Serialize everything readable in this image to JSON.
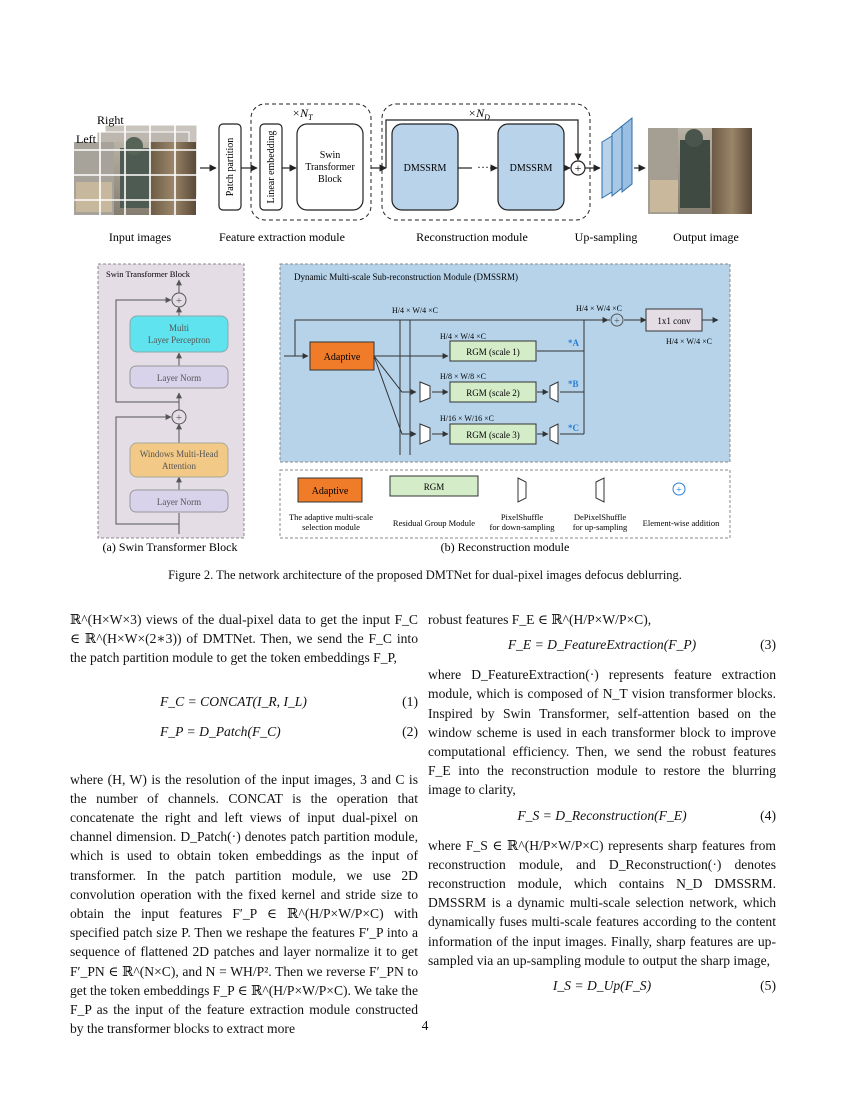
{
  "figure": {
    "top_row": {
      "left_label": "Left",
      "right_label": "Right",
      "patch_partition": "Patch partition",
      "linear_embedding": "Linear embedding",
      "swin_block": [
        "Swin",
        "Transformer",
        "Block"
      ],
      "nt": "×N",
      "nt_sub": "T",
      "nd": "×N",
      "nd_sub": "D",
      "dmssrm": "DMSSRM",
      "dots": "···",
      "plus": "+",
      "captions": [
        "Input images",
        "Feature extraction module",
        "Reconstruction module",
        "Up-sampling",
        "Output image"
      ]
    },
    "swin_panel": {
      "title": "Swin Transformer Block",
      "mlp": [
        "Multi",
        "Layer Perceptron"
      ],
      "layer_norm": "Layer Norm",
      "wmha": [
        "Windows Multi-Head",
        "Attention"
      ],
      "caption": "(a) Swin Transformer Block"
    },
    "dmssrm_panel": {
      "title": "Dynamic Multi-scale Sub-reconstruction Module (DMSSRM)",
      "adaptive": "Adaptive",
      "rgm1": "RGM (scale 1)",
      "rgm2": "RGM (scale 2)",
      "rgm3": "RGM (scale 3)",
      "dim_top1": "H/4 × W/4 ×C",
      "dim_top2": "H/4 × W/4 ×C",
      "dim_rgm1": "H/4 × W/4 ×C",
      "dim_rgm2": "H/8 × W/8 ×C",
      "dim_rgm3": "H/16 × W/16 ×C",
      "dim_out": "H/4 × W/4 ×C",
      "conv": "1x1 conv",
      "weights": [
        "*A",
        "*B",
        "*C"
      ]
    },
    "legend": {
      "adaptive": "Adaptive",
      "rgm": "RGM",
      "l1": [
        "The adaptive multi-scale",
        "selection module"
      ],
      "l2": "Residual Group Module",
      "l3": [
        "PixelShuffle",
        "for down-sampling"
      ],
      "l4": [
        "DePixelShuffle",
        "for up-sampling"
      ],
      "l5": "Element-wise addition",
      "caption": "(b) Reconstruction module"
    },
    "caption": "Figure 2. The network architecture of the proposed DMTNet for dual-pixel images defocus deblurring."
  },
  "left_column": {
    "p1": "ℝ^(H×W×3) views of the dual-pixel data to get the input F_C ∈ ℝ^(H×W×(2∗3)) of DMTNet. Then, we send the F_C into the patch partition module to get the token embeddings F_P,",
    "eq1": "F_C = CONCAT(I_R, I_L)",
    "eq1_num": "(1)",
    "eq2": "F_P = D_Patch(F_C)",
    "eq2_num": "(2)",
    "p2": "where (H, W) is the resolution of the input images, 3 and C is the number of channels. CONCAT is the operation that concatenate the right and left views of input dual-pixel on channel dimension. D_Patch(·) denotes patch partition module, which is used to obtain token embeddings as the input of transformer. In the patch partition module, we use 2D convolution operation with the fixed kernel and stride size to obtain the input features F′_P ∈ ℝ^(H/P×W/P×C) with specified patch size P. Then we reshape the features F′_P into a sequence of flattened 2D patches and layer normalize it to get F′_PN ∈ ℝ^(N×C), and N = WH/P². Then we reverse F′_PN to get the token embeddings F_P ∈ ℝ^(H/P×W/P×C). We take the F_P as the input of the feature extraction module constructed by the transformer blocks to extract more"
  },
  "right_column": {
    "p1": "robust features F_E ∈ ℝ^(H/P×W/P×C),",
    "eq3": "F_E = D_FeatureExtraction(F_P)",
    "eq3_num": "(3)",
    "p2": "where D_FeatureExtraction(·) represents feature extraction module, which is composed of N_T vision transformer blocks. Inspired by Swin Transformer, self-attention based on the window scheme is used in each transformer block to improve computational efficiency. Then, we send the robust features F_E into the reconstruction module to restore the blurring image to clarity,",
    "eq4": "F_S = D_Reconstruction(F_E)",
    "eq4_num": "(4)",
    "p3": "where F_S ∈ ℝ^(H/P×W/P×C) represents sharp features from reconstruction module, and D_Reconstruction(·) denotes reconstruction module, which contains N_D DMSSRM. DMSSRM is a dynamic multi-scale selection network, which dynamically fuses multi-scale features according to the content information of the input images. Finally, sharp features are up-sampled via an up-sampling module to output the sharp image,",
    "eq5": "I_S = D_Up(F_S)",
    "eq5_num": "(5)"
  },
  "page_number": "4",
  "colors": {
    "adaptive": "#f07c2a",
    "rgm": "#d4ecc8",
    "recon_block": "#b9d3ea",
    "panel_blue": "#b6d3ea",
    "panel_gray": "#e4dde6",
    "mlp": "#5fe3ee",
    "wmha": "#f2c986",
    "layer_norm": "#d8d2ea",
    "accent_blue": "#2b7fd0"
  }
}
